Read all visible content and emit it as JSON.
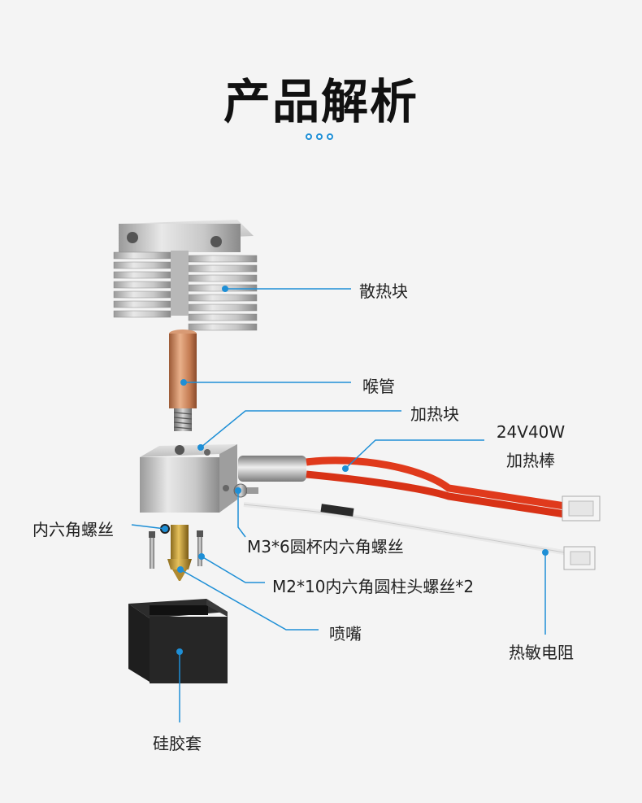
{
  "title": "产品解析",
  "accent_color": "#1e8fd6",
  "labels": {
    "heatsink": "散热块",
    "throat": "喉管",
    "heater_block": "加热块",
    "heater_rod_line1": "24V40W",
    "heater_rod_line2": "加热棒",
    "hex_screw": "内六角螺丝",
    "m3_screw": "M3*6圆杯内六角螺丝",
    "m2_screw": "M2*10内六角圆柱头螺丝*2",
    "nozzle": "喷嘴",
    "thermistor": "热敏电阻",
    "silicone_sock": "硅胶套"
  }
}
